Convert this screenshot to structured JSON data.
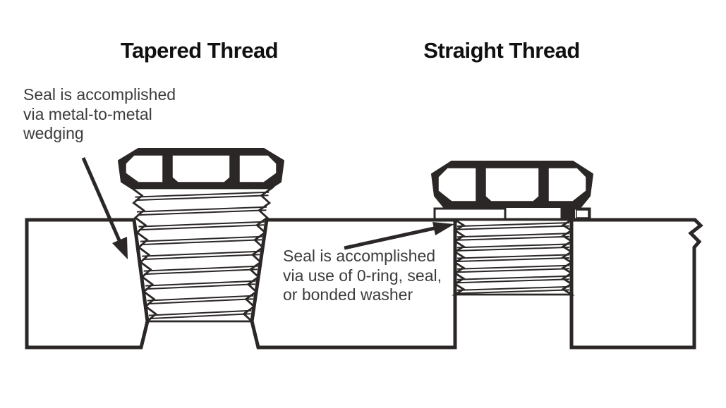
{
  "figure": {
    "background": "#ffffff",
    "ink_color": "#2b2726",
    "title_color": "#101010",
    "annotation_color": "#3c3c3c",
    "left": {
      "title": "Tapered Thread",
      "annotation": "Seal is accomplished\nvia metal-to-metal\nwedging"
    },
    "right": {
      "title": "Straight Thread",
      "annotation": "Seal is accomplished\nvia use of 0-ring, seal,\nor bonded washer"
    }
  }
}
